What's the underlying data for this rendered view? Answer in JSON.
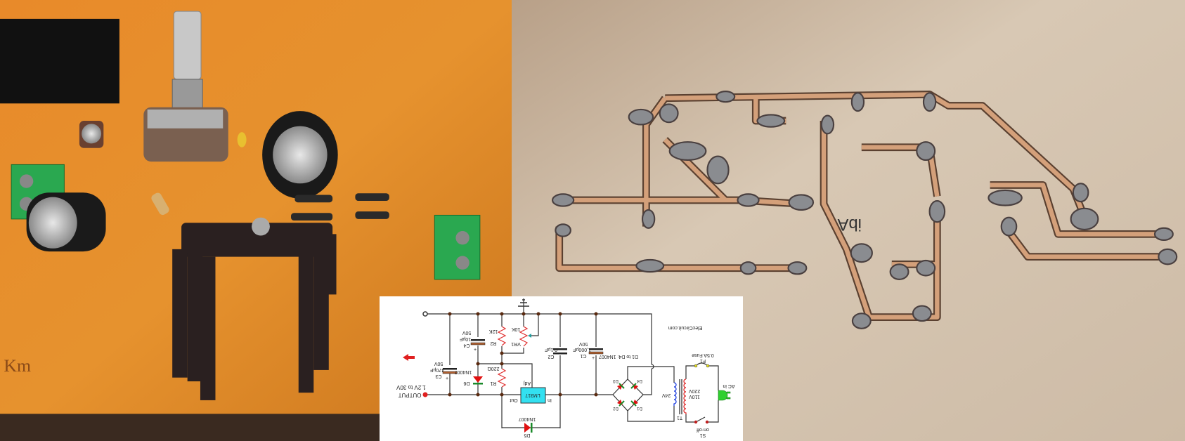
{
  "left_photo": {
    "board_marking": "Km"
  },
  "right_photo": {
    "handwritten_marking": "ibA"
  },
  "schematic": {
    "output_label": "OUTPUT",
    "output_range": "1.2V to 30V",
    "c3": {
      "name": "C3",
      "value": "470µF",
      "voltage": "50V"
    },
    "c4": {
      "name": "C4",
      "value": "10µF",
      "voltage": "50V"
    },
    "d6": {
      "name": "D6",
      "part": "1N4007"
    },
    "r2": {
      "name": "R2",
      "value": "12K"
    },
    "r1": {
      "name": "R1",
      "value": "220Ω"
    },
    "vr1": {
      "name": "VR1",
      "value": "10K"
    },
    "c2": {
      "name": "C2",
      "value": "0.1µF"
    },
    "c1": {
      "name": "C1",
      "value": "1,000µF",
      "voltage": "50V"
    },
    "regulator": {
      "name": "LM317",
      "adj": "Adj",
      "out": "Out",
      "in": "In"
    },
    "d5": {
      "name": "D5",
      "part": "1N4007"
    },
    "bridge_note": "D1 to D4: 1N4007",
    "bridge": {
      "d1": "D1",
      "d2": "D2",
      "d3": "D3",
      "d4": "D4"
    },
    "website": "ElecCircuit.com",
    "transformer": {
      "name": "T1",
      "secondary": "24V",
      "primary_a": "220V",
      "primary_b": "110V"
    },
    "fuse": {
      "name": "F1",
      "value": "0.5A Fuse"
    },
    "ac_input": "AC in",
    "switch": {
      "name": "S1",
      "label": "on-off"
    },
    "colors": {
      "wire": "#333333",
      "resistor": "#e03030",
      "diode": "#e01010",
      "diode_bar": "#1a8a2a",
      "regulator": "#33e0f0",
      "secondary": "#2040e0"
    }
  }
}
